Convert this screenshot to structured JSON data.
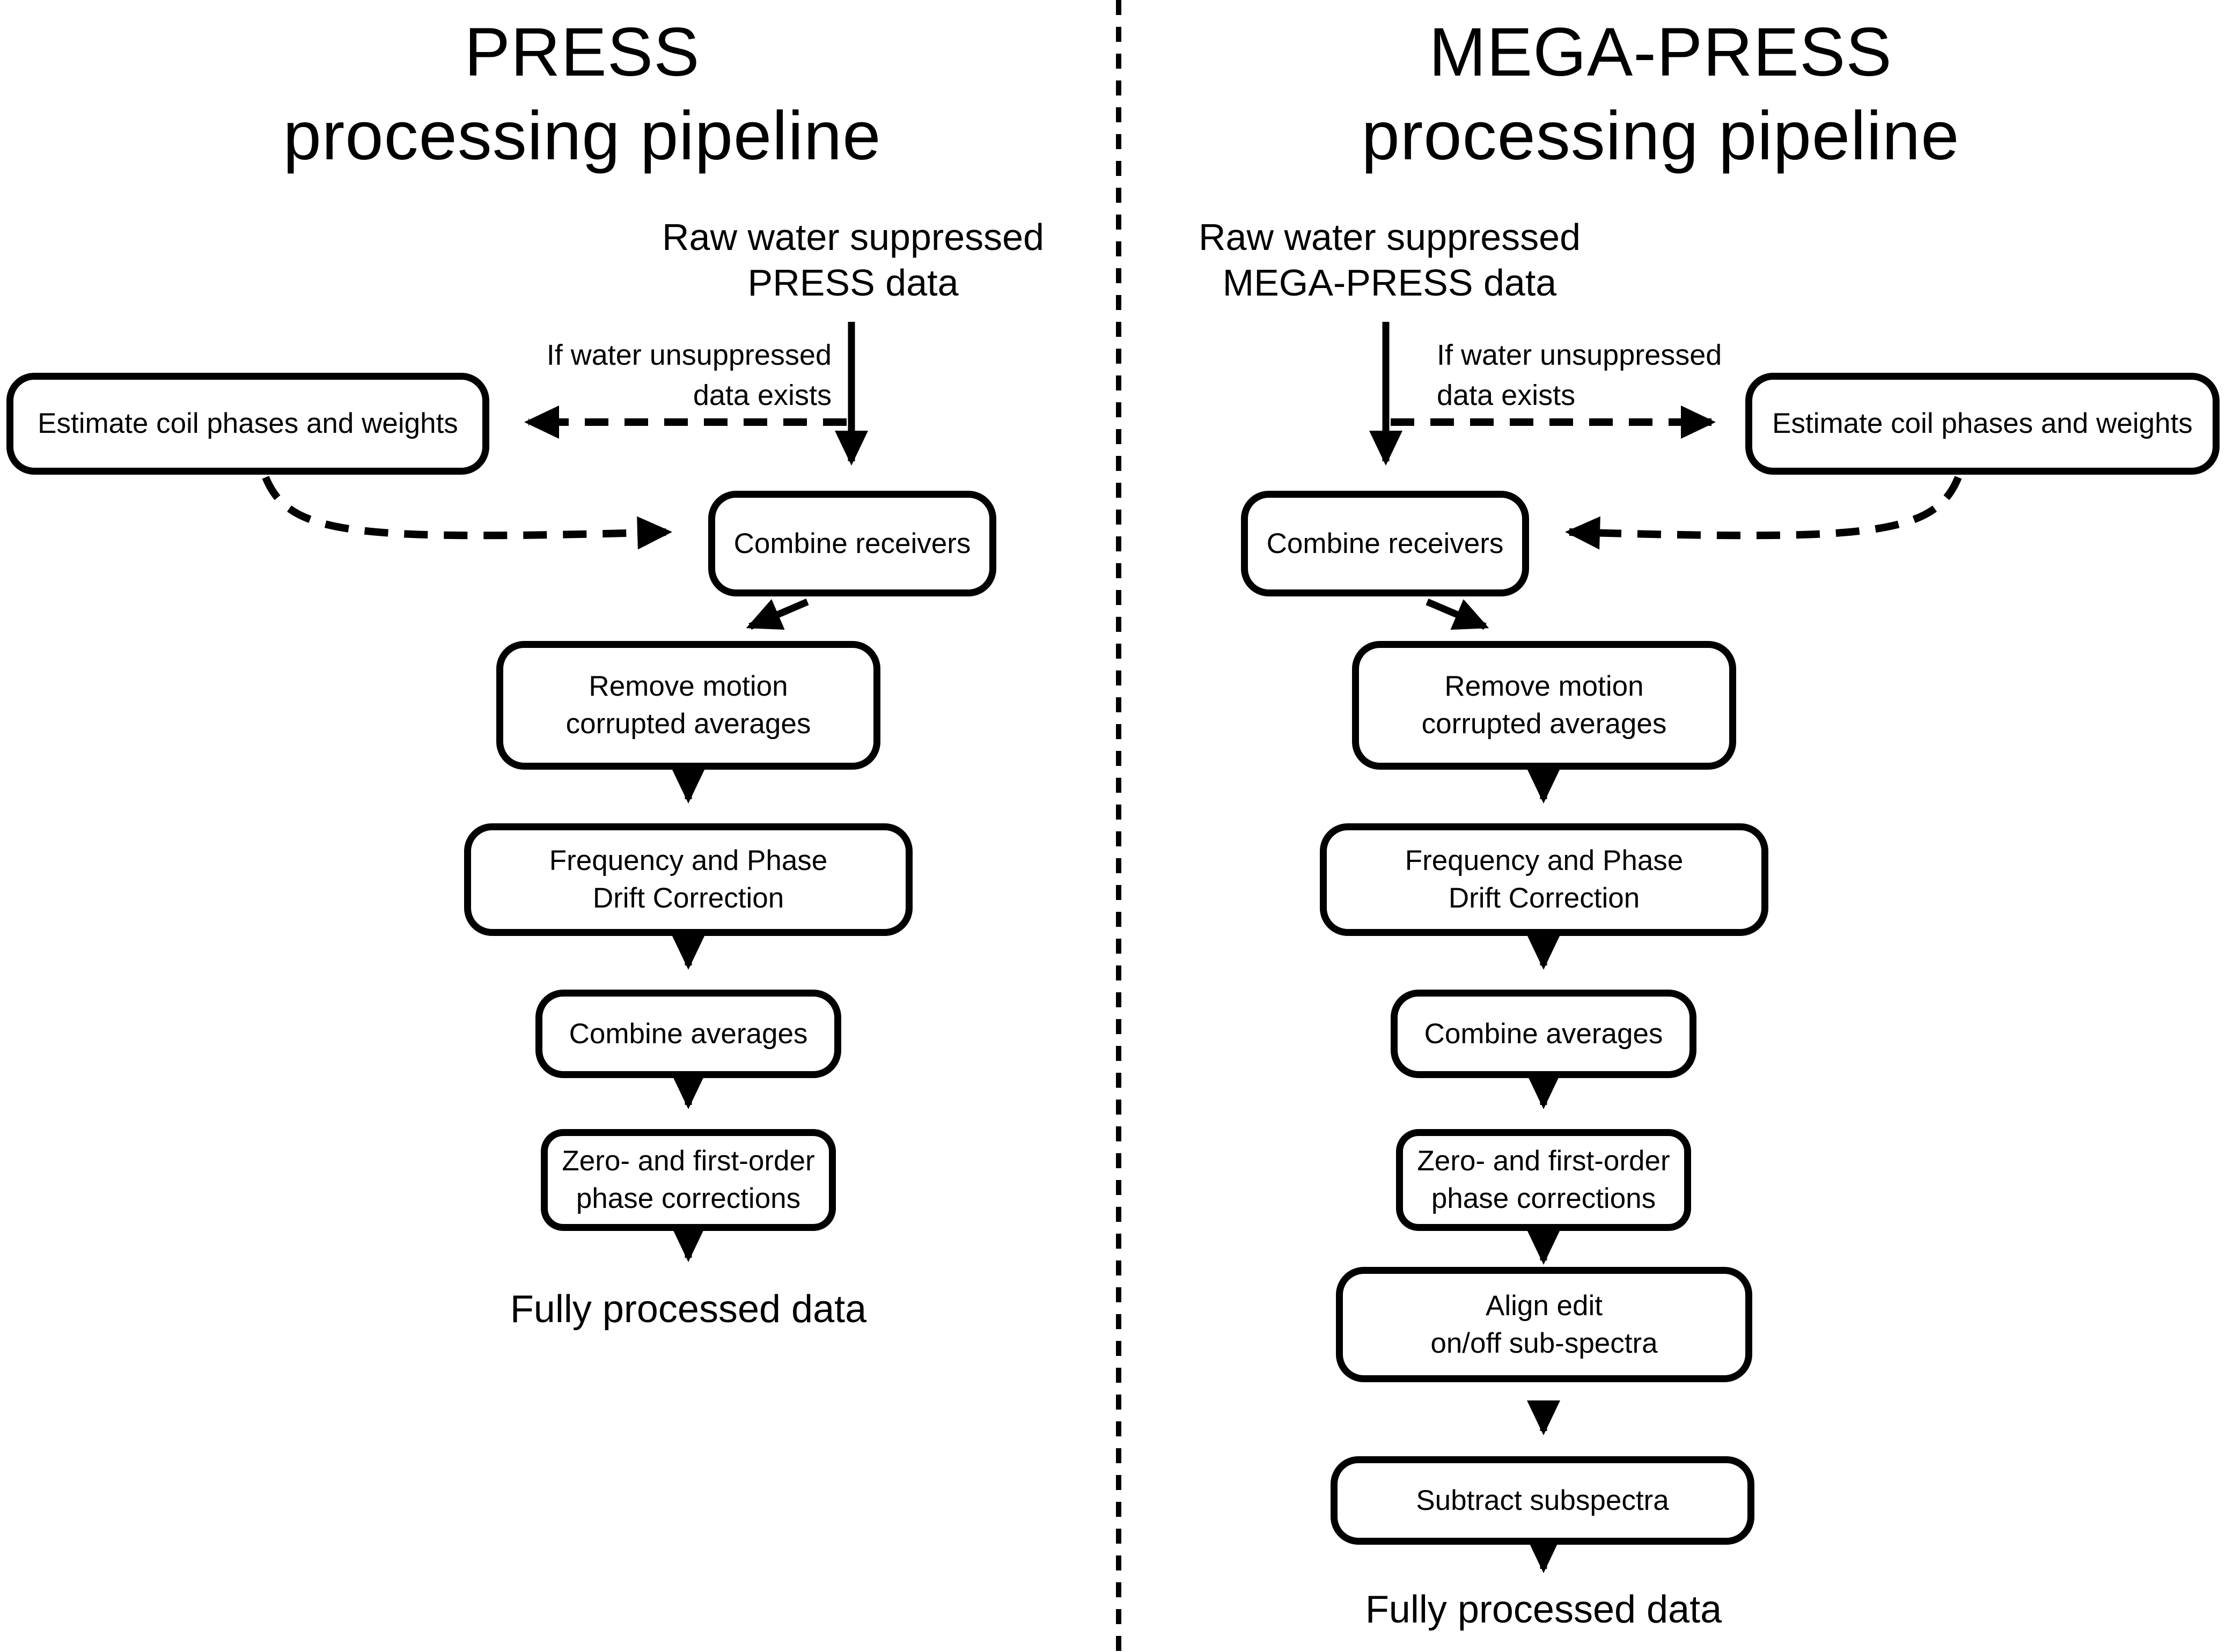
{
  "style": {
    "ink": "#000000",
    "background": "#ffffff"
  },
  "left": {
    "title": [
      "PRESS",
      "processing pipeline"
    ],
    "source": [
      "Raw water suppressed",
      "PRESS data"
    ],
    "condition": [
      "If water unsuppressed",
      "data exists"
    ],
    "nodes": {
      "estimate": "Estimate coil phases and weights",
      "combine_receivers": "Combine receivers",
      "remove_motion": [
        "Remove motion",
        "corrupted averages"
      ],
      "drift": [
        "Frequency and Phase",
        "Drift Correction"
      ],
      "combine_averages": "Combine averages",
      "phase": [
        "Zero- and first-order",
        "phase corrections"
      ]
    },
    "result": "Fully processed data"
  },
  "right": {
    "title": [
      "MEGA-PRESS",
      "processing pipeline"
    ],
    "source": [
      "Raw water suppressed",
      "MEGA-PRESS data"
    ],
    "condition": [
      "If water unsuppressed",
      "data exists"
    ],
    "nodes": {
      "estimate": "Estimate coil phases and weights",
      "combine_receivers": "Combine receivers",
      "remove_motion": [
        "Remove motion",
        "corrupted averages"
      ],
      "drift": [
        "Frequency and Phase",
        "Drift Correction"
      ],
      "combine_averages": "Combine averages",
      "phase": [
        "Zero- and first-order",
        "phase corrections"
      ],
      "align": [
        "Align edit",
        "on/off sub-spectra"
      ],
      "subtract": "Subtract subspectra"
    },
    "result": "Fully processed data"
  }
}
